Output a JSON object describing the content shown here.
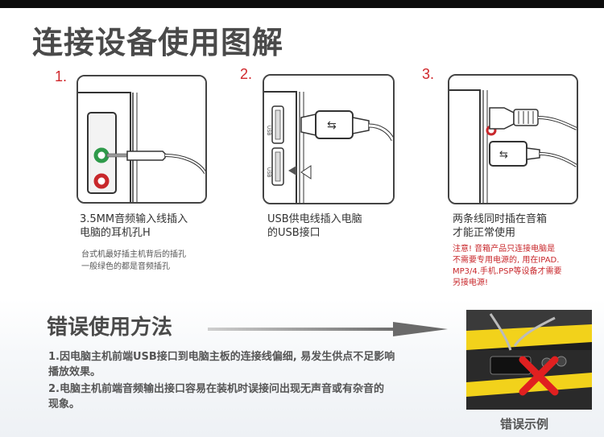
{
  "title": "连接设备使用图解",
  "steps": [
    {
      "num": "1.",
      "caption_lines": [
        "3.5MM音频输入线插入",
        "电脑的耳机孔H"
      ],
      "note_lines": [
        "台式机最好插主机背后的插孔",
        "一般绿色的都是音频插孔"
      ]
    },
    {
      "num": "2.",
      "caption_lines": [
        "USB供电线插入电脑",
        "的USB接口"
      ],
      "port_labels": [
        "USB",
        "USB"
      ]
    },
    {
      "num": "3.",
      "caption_lines": [
        "两条线同时插在音箱",
        "才能正常使用"
      ],
      "note_lines": [
        "注意! 音箱产品只连接电脑是",
        "不需要专用电源的, 用在IPAD.",
        "MP3/4.手机.PSP等设备才需要",
        "另接电源!"
      ]
    }
  ],
  "wrong_usage": {
    "title": "错误使用方法",
    "items": [
      [
        "1.因电脑主机前端USB接口到电脑主板的连接线偏细, 易发生供点不足影响",
        "播放效果。"
      ],
      [
        "2.电脑主机前端音频输出接口容易在装机时误接问出现无声音或有杂音的",
        "现象。"
      ]
    ],
    "photo_caption": "错误示例"
  },
  "colors": {
    "accent_red": "#d0272b",
    "jack_green": "#2e9a4a",
    "jack_red": "#c8272b",
    "title_gray": "#4a4a4a",
    "case_yellow": "#f2d21b"
  }
}
